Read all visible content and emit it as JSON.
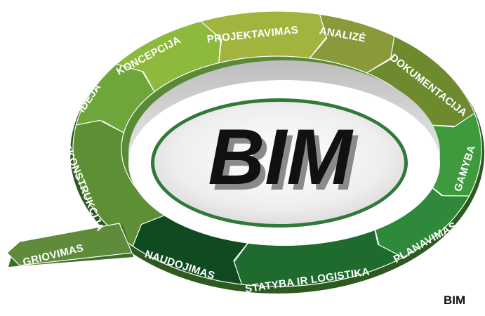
{
  "diagram": {
    "center_text": "BIM",
    "segments": [
      {
        "label": "IDĖJA",
        "color": "#6FA63B"
      },
      {
        "label": "KONCEPCIJA",
        "color": "#8DBA3C"
      },
      {
        "label": "PROJEKTAVIMAS",
        "color": "#A3B43E"
      },
      {
        "label": "ANALIZĖ",
        "color": "#8A9A3A"
      },
      {
        "label": "DOKUMENTACIJA",
        "color": "#6E8A2E"
      },
      {
        "label": "GAMYBA",
        "color": "#3F9A3E"
      },
      {
        "label": "PLANAVIMAS",
        "color": "#2E8A3A"
      },
      {
        "label": "STATYBA IR LOGISTIKA",
        "color": "#1F6B2E"
      },
      {
        "label": "NAUDOJIMAS",
        "color": "#0F4A20"
      },
      {
        "label": "GRIOVIMAS",
        "color": "#5E8C3A"
      },
      {
        "label": "REKONSTRUKCIJA",
        "color": "#5D8F34"
      }
    ]
  },
  "caption": "BIM"
}
